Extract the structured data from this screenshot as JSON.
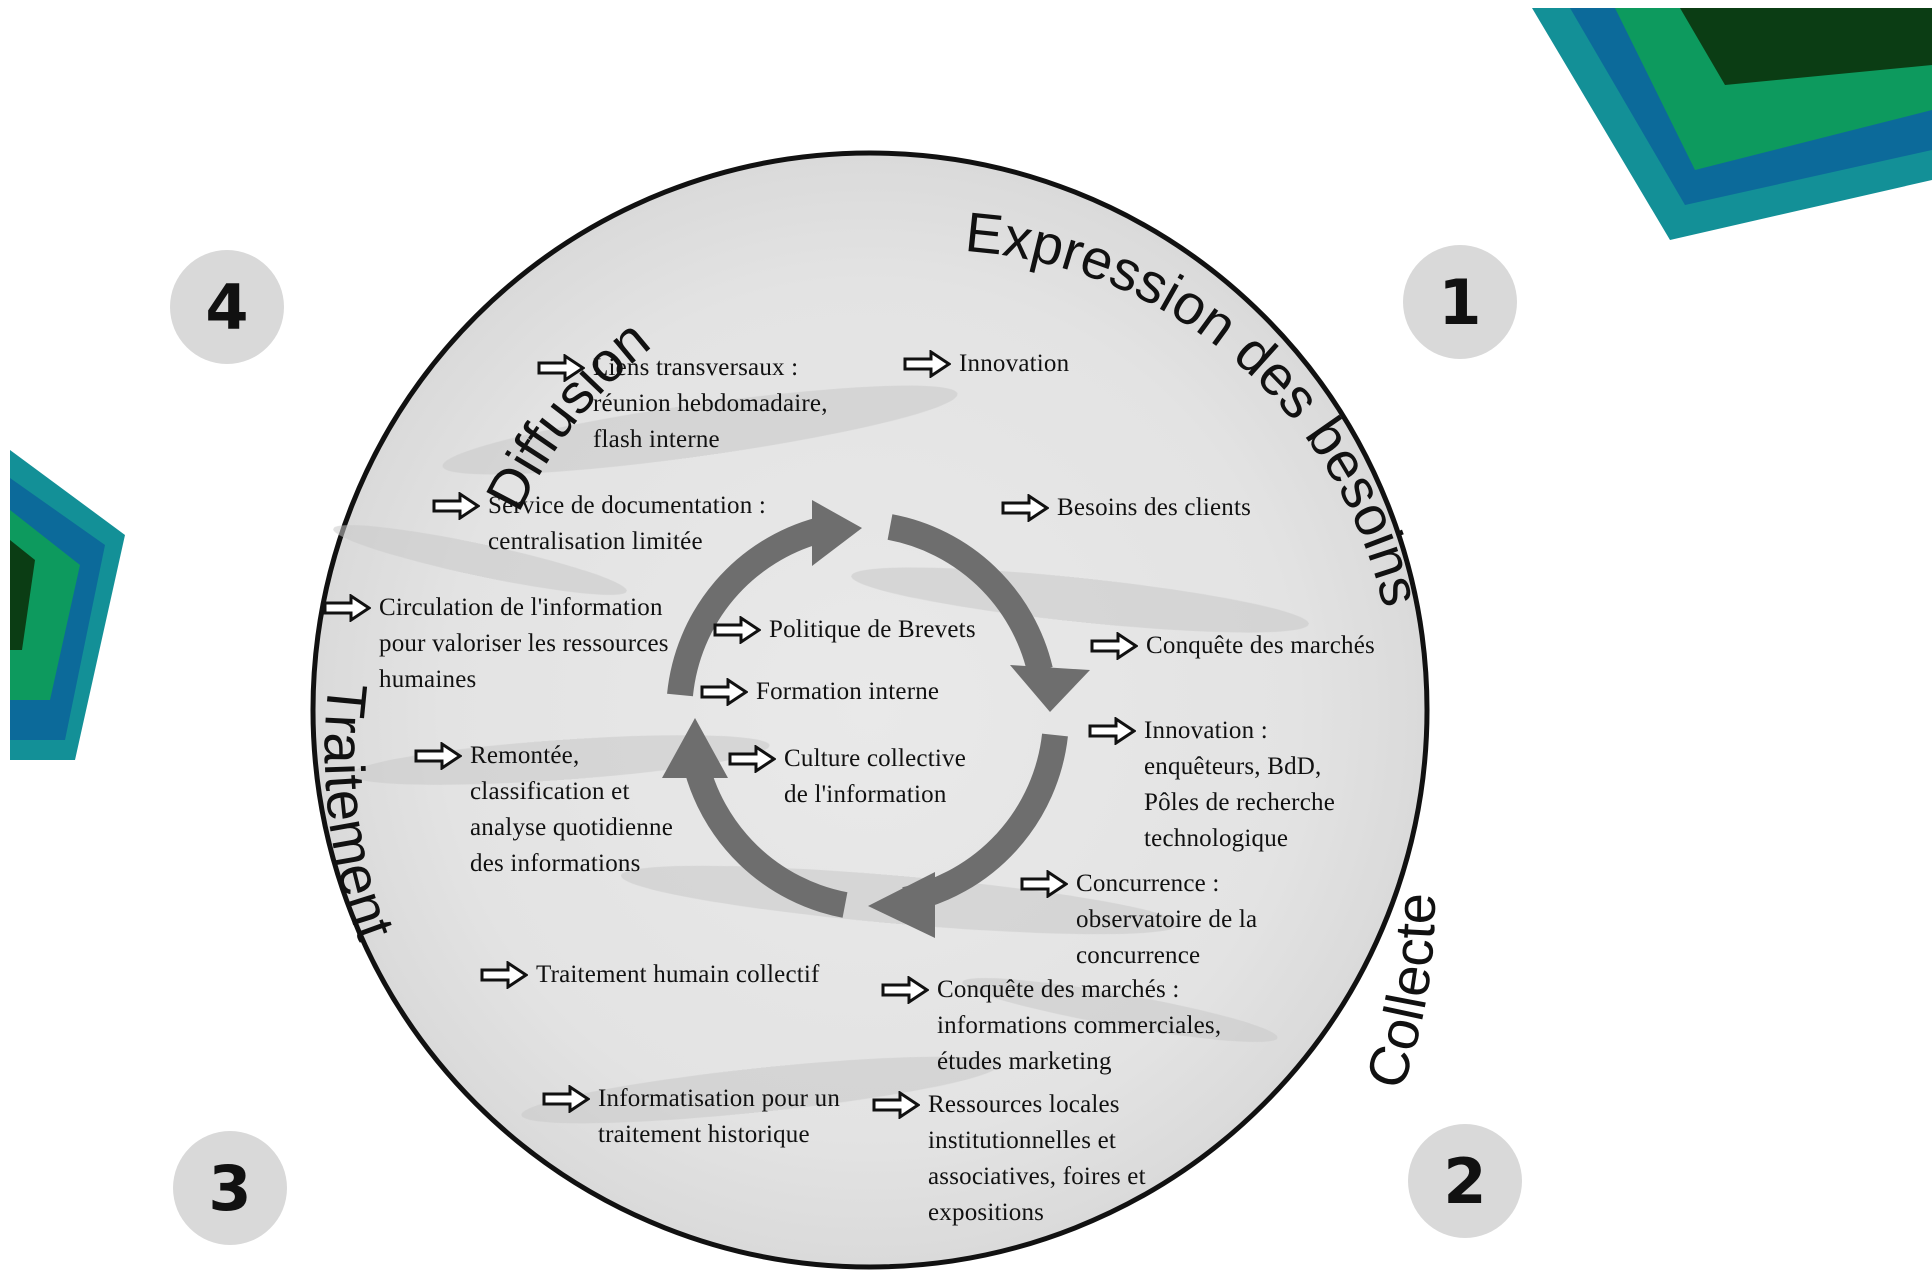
{
  "colors": {
    "teal": "#139097",
    "blue": "#0c6a9a",
    "green": "#0d9a5e",
    "dark_green": "#0b3d14",
    "circle_outline": "#111111",
    "cycle_arrow": "#6e6e6e",
    "badge_fill": "#d9d9d9"
  },
  "phase_titles": {
    "expression": "Expression des besoins",
    "collecte": "Collecte",
    "traitement": "Traitement",
    "diffusion": "Diffusion"
  },
  "badges": {
    "one": "1",
    "two": "2",
    "three": "3",
    "four": "4"
  },
  "items": {
    "liens": "Liens transversaux :\nréunion hebdomadaire,\nflash interne",
    "innovation": "Innovation",
    "service_doc": "Service de documentation :\ncentralisation limitée",
    "besoins_clients": "Besoins des clients",
    "circulation": "Circulation de l'information\npour valoriser les ressources\nhumaines",
    "politique_brevets": "Politique de Brevets",
    "conquete_1": "Conquête des marchés",
    "formation": "Formation interne",
    "innovation_2": "Innovation :\nenquêteurs, BdD,\nPôles de recherche\ntechnologique",
    "remontee": "Remontée,\nclassification et\nanalyse quotidienne\ndes informations",
    "culture": "Culture collective\nde l'information",
    "concurrence": "Concurrence :\nobservatoire de la\nconcurrence",
    "traitement_humain": "Traitement humain collectif",
    "conquete_2": "Conquête des marchés :\ninformations commerciales,\nétudes marketing",
    "informatisation": "Informatisation pour un\ntraitement historique",
    "ressources": "Ressources locales\ninstitutionnelles et\nassociatives, foires et\nexpositions"
  }
}
